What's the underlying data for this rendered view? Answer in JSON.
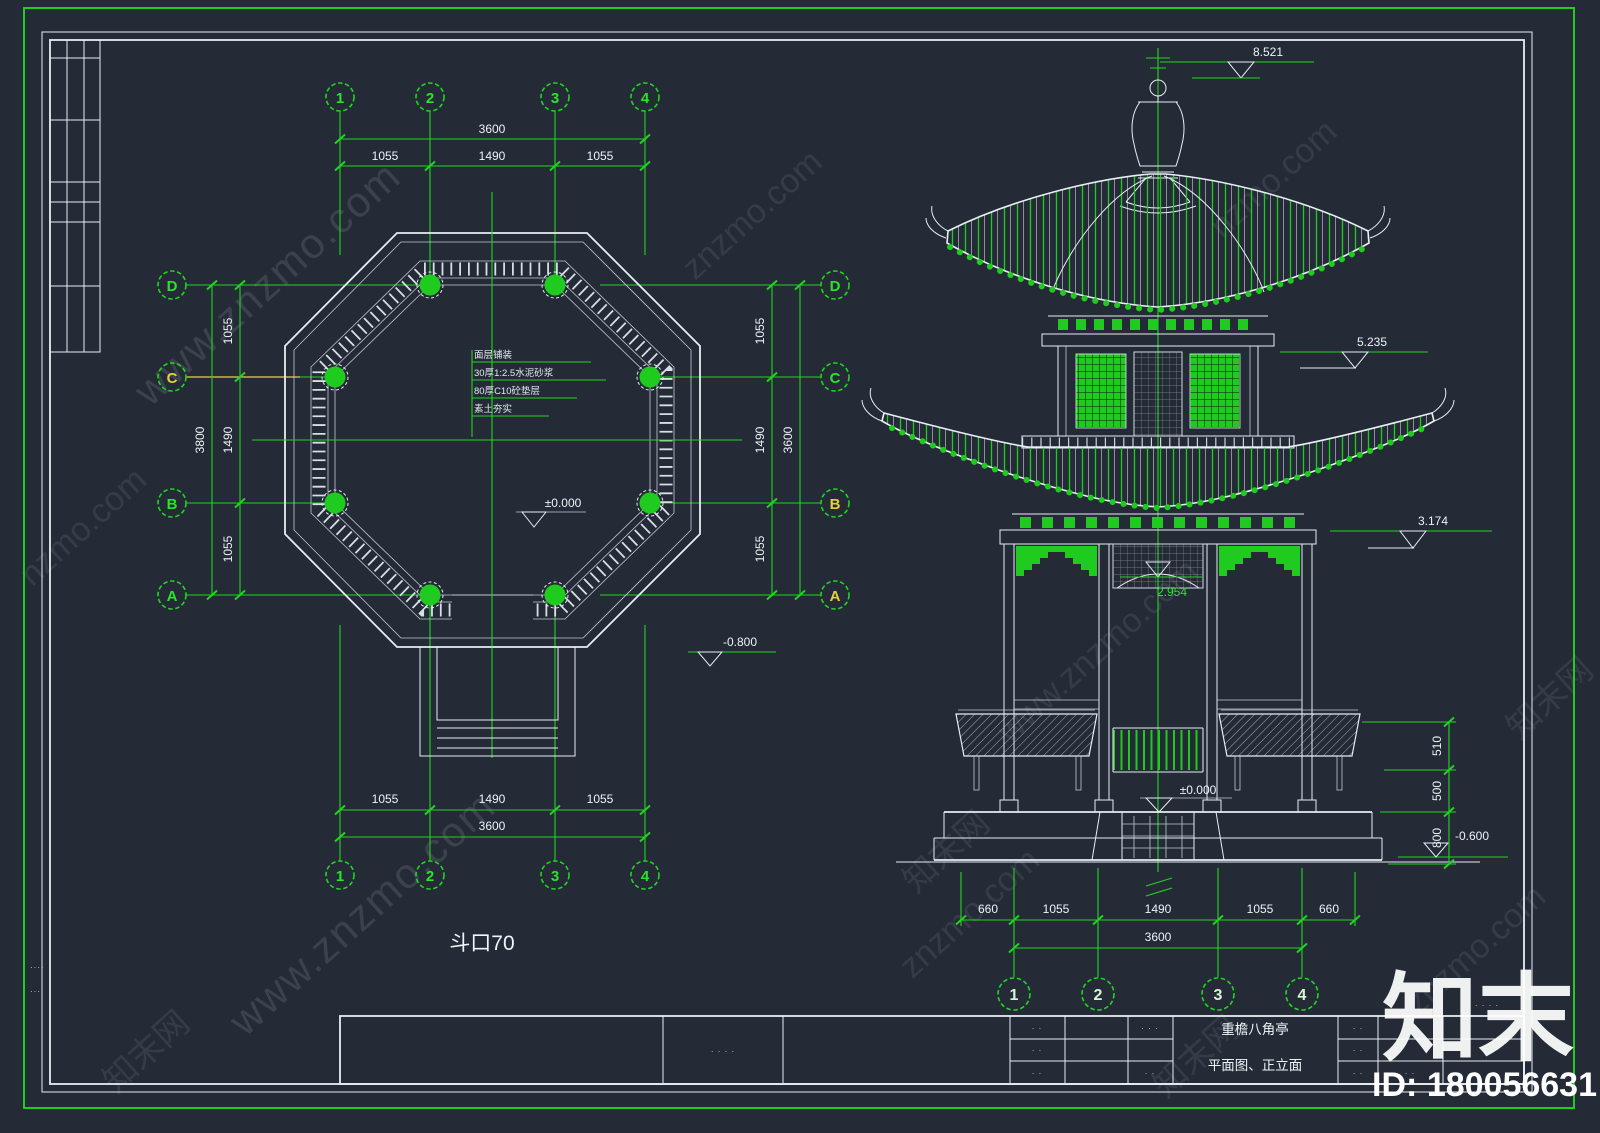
{
  "plan": {
    "cols": [
      "1",
      "2",
      "3",
      "4"
    ],
    "rows": [
      "D",
      "C",
      "B",
      "A"
    ],
    "top": {
      "total": "3600",
      "segs": [
        "1055",
        "1490",
        "1055"
      ]
    },
    "bottom": {
      "total": "3600",
      "segs": [
        "1055",
        "1490",
        "1055"
      ]
    },
    "left": {
      "total": "3800",
      "segs": [
        "1055",
        "1490",
        "1055"
      ]
    },
    "right": {
      "total": "3600",
      "segs": [
        "1055",
        "1490",
        "1055"
      ]
    },
    "level_zero": "±0.000",
    "level_neg": "-0.800",
    "notes": [
      "面层铺装",
      "30厚1:2.5水泥砂浆",
      "80厚C10砼垫层",
      "素土夯实"
    ],
    "caption": "斗口70"
  },
  "elev": {
    "cols": [
      "1",
      "2",
      "3",
      "4"
    ],
    "lv_top": "8.521",
    "lv_mid": "5.235",
    "lv_low": "3.174",
    "lv_beam": "2.954",
    "lv_zero": "±0.000",
    "lv_ground": "-0.600",
    "bottom": {
      "segs": [
        "660",
        "1055",
        "1490",
        "1055",
        "660"
      ],
      "total": "3600"
    },
    "right_segs": [
      "510",
      "500",
      "800"
    ]
  },
  "title": {
    "project": "重檐八角亭",
    "sheet": "平面图、正立面",
    "small": "· · · ·",
    "tiny": "· ·",
    "tiny2": "· · ·"
  },
  "wm": {
    "site": "www.znzmo.com",
    "short": "znzmo.com",
    "mid": "nzmo.com",
    "brand": "知末网",
    "logo": "知末",
    "id": "ID: 180056631"
  },
  "margins": {
    "a": "····",
    "b": "···"
  }
}
